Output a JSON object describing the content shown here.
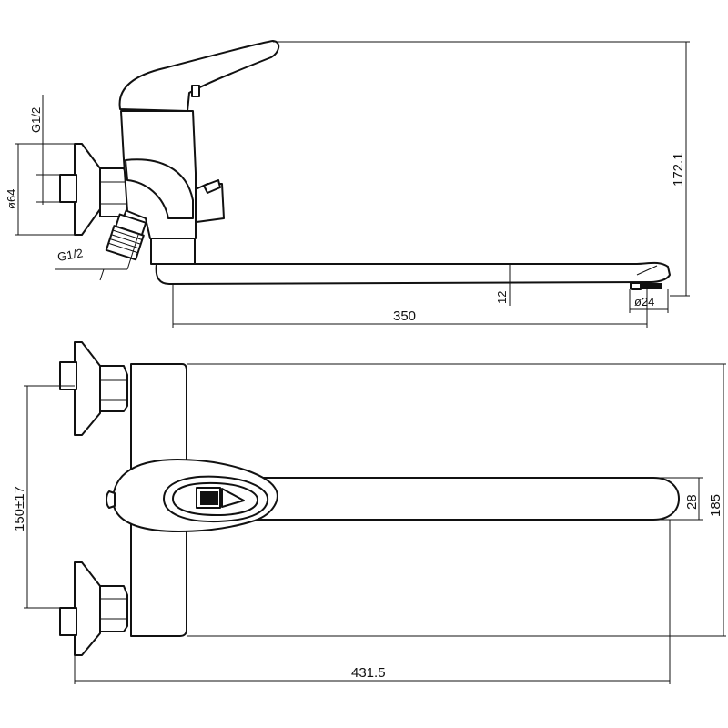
{
  "side_view": {
    "inlet_thread_top": "G1/2",
    "inlet_flange_diameter": "ø64",
    "inlet_thread_bottom": "G1/2",
    "spout_length": "350",
    "spout_thickness": "12",
    "aerator_diameter": "ø24",
    "overall_height": "172.1"
  },
  "top_view": {
    "inlet_spacing": "150±17",
    "spout_width": "28",
    "body_depth": "185",
    "overall_length": "431.5"
  }
}
